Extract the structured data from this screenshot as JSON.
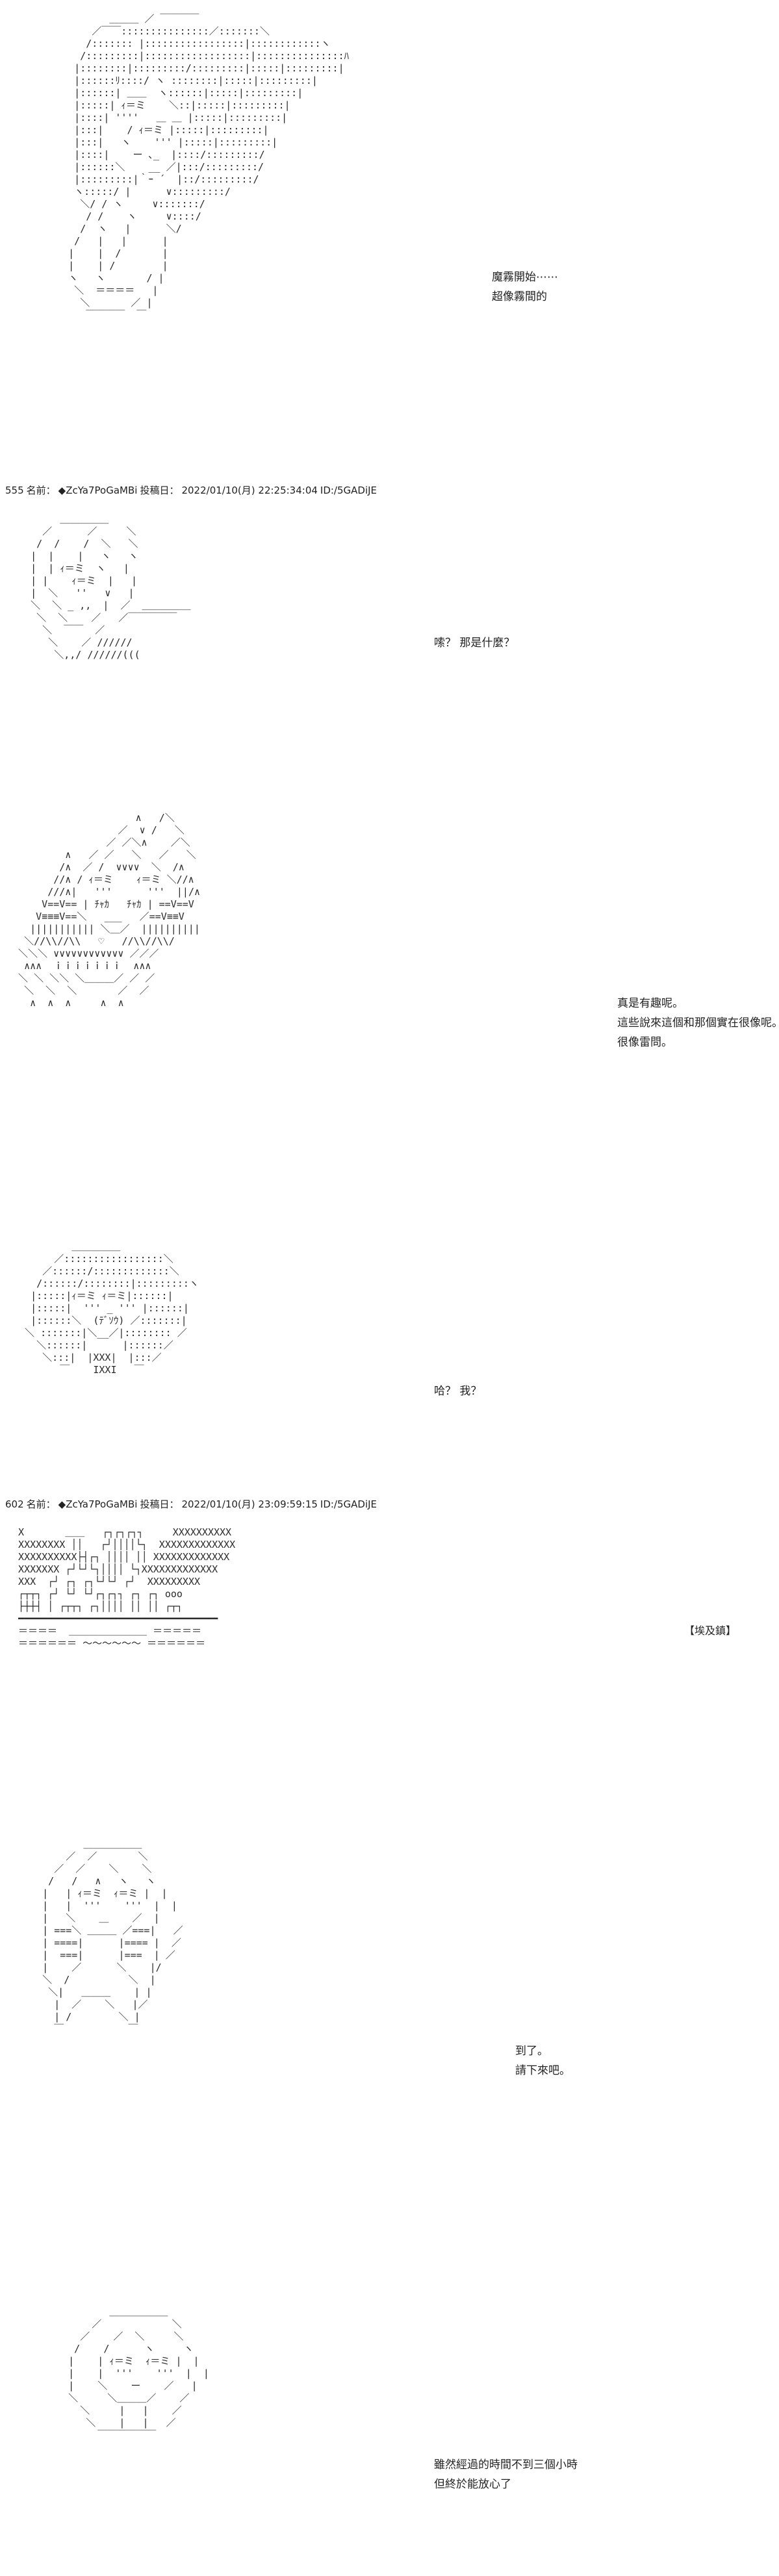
{
  "panels": [
    {
      "art": "            ＿＿＿ ／ ￣￣￣￣\n         ／￣￣:::::::::::::::／:::::::＼\n        /::::::: |:::::::::::::::::|::::::::::::ヽ\n       /:::::::::|::::::::::::::::::|:::::::::::::::ﾊ\n      |::::::::|:::::::::/:::::::::|:::::|:::::::::|\n      |::::::ﾘ::::/ ヽ ::::::::|:::::|:::::::::|\n      |::::::| ＿＿  ヽ::::::|:::::|:::::::::|\n      |:::::| ｨ＝ミ    ＼::|:::::|:::::::::|\n      |::::| ''''   ＿ ＿ |:::::|:::::::::|\n      |:::|    / ｨ＝ミ |:::::|:::::::::|\n      |:::|   ヽ    ''' |:::::|:::::::::|\n      |::::|    ー ､_  |::::/:::::::::/\n      |::::::＼    __ ／|:::/:::::::::/\n      |:::::::::|｀ｰ ´  |::/:::::::::/\n      ヽ:::::/ |      ∨:::::::::/\n       ＼/ / ヽ     ∨:::::::/\n        / /    ヽ     ∨::::/\n       /  ヽ   |      ＼/\n      /   |   |      |\n     |    |  /       |\n     |    | /        |\n     ヽ   ヽ       / |\n      ＼  ＝＝＝＝   |\n       ＼       ／ |\n        ￣￣￣￣  ￣",
      "dialog": [
        "魔霧開始⋯⋯",
        "超像霧間的"
      ],
      "post": null
    },
    {
      "art": "        ＿＿＿＿＿\n     ／      ／     ＼\n    /  /    /  ＼   ＼\n   |  |    |   ヽ   ヽ\n   |  | ｨ＝ミ  ヽ   |\n   | |    ｨ＝ミ  |   |\n   |  ＼   ''   ∨   |\n   ＼  ＼ _ ,,  |  ／  ＿＿＿＿＿\n    ＼  ＼    ／   ／￣￣￣￣￣\n     ＼  ￣￣  ／\n      ＼    ／ //////\n       ＼,,/ //////(((",
      "dialog": [
        "嗦？ 那是什麼？"
      ],
      "post": {
        "number": "555",
        "label": "名前：",
        "name": "◆ZcYa7PoGaMBi",
        "date_label": "投稿日：",
        "date": "2022/01/10(月) 22:25:34:04",
        "id": "ID:/5GADiJE"
      }
    },
    {
      "art": "                      ∧   /＼\n                   ／  ∨ /   ＼\n                 ／ ／＼∧    ／＼\n          ∧   ／ ／   ＼   ／   ＼\n         /∧  ／ /  ∨∨∨∨  ＼  /∧\n        //∧ / ｨ＝ミ    ｨ＝ミ ＼//∧\n       ///∧|   '''      '''  ||/∧\n      V==V== | ﾁｬｶ   ﾁｬｶ | ==V==V\n     V≡≡≡V==＼   ___   ／==V≡≡V\n    ||||||||||| ＼＿／  ||||||||||\n   ＼//\\\\//\\\\   ♡   //\\\\//\\\\/\n  ＼＼＼ ∨∨∨∨∨∨∨∨∨∨∨∨ ／／／\n   ∧∧∧  ｉｉｉｉｉｉｉ  ∧∧∧\n  ＼ ＼ ＼＼ ＼＿＿＿／ ／ ／\n   ＼  ＼  ＼       ／  ／\n    ∧  ∧  ∧     ∧  ∧",
      "dialog": [
        "真是有趣呢。",
        "這些說來這個和那個實在很像呢。",
        "很像雷問。"
      ],
      "post": null
    },
    {
      "art": "          ＿＿＿＿＿\n       ／:::::::::::::::::＼\n     ／::::::/:::::::::::::＼\n    /::::::/::::::::|:::::::::ヽ\n   |:::::|ｨ＝ミ ｨ＝ミ|::::::|\n   |:::::|  ''' _ ''' |::::::|\n   |::::::＼  (ﾃﾞｿｳ) ／:::::::|\n  ＼ :::::::|＼__／|:::::::: ／\n    ＼::::::|      |::::::／\n     ＼:::|  |XXX|  |:::／\n        ￣    IXXI   ￣",
      "dialog": [
        "哈？ 我？"
      ],
      "post": null
    },
    {
      "art": "  X       ＿＿   ┌┐┌┐┌┐┐     XXXXXXXXXX\n  XXXXXXXX ││   ┌┘││││└┐  XXXXXXXXXXXXX\n  XXXXXXXXXX├┤┌┐ ││││ ││ XXXXXXXXXXXXX\n  XXXXXXX ┌┘└┘└┐││││ └┐XXXXXXXXXXXXX\n  XXX  ┌┘ ┌┐ ┌┐└┘└┘ ┌┘  XXXXXXXXX\n  ┌┬┬┐ ┌┘ └┘ └┘┌┐┌┐┐ ┌┐ ┌┐ ooo\n  ├┼┼┤ │ ┌┬┬┐ ┌┐││││ ││ ││ ┌┬┐\n  ━━━━━━━━━━━━━━━━━━━━━━━━━━━━━━━━━━\n  ＝＝＝＝  ＿＿＿＿＿＿＿＿ ＝＝＝＝＝\n  ＝＝＝＝＝＝ ～～～～～～ ＝＝＝＝＝＝",
      "dialog": [],
      "location": "【埃及鎮】",
      "post": {
        "number": "602",
        "label": "名前：",
        "name": "◆ZcYa7PoGaMBi",
        "date_label": "投稿日：",
        "date": "2022/01/10(月) 23:09:59:15",
        "id": "ID:/5GADiJE"
      }
    },
    {
      "art": "            ＿＿＿＿＿＿\n         ／  ／       ＼\n       ／  ／    ＼    ＼\n      /   /   ∧   ヽ   ヽ\n     |   | ｨ＝ミ  ｨ＝ミ |  |\n     |   |  '''    '''  |  |\n     |   ＼    ＿    ／  |\n     | ===＼ ＿＿＿ ／===|   ／\n     | ====|      |==== |  ／\n     |  ===|      |===  | ／\n     |    ／      ＼    |/\n     ＼  /          ＼  |\n      ＼|   ＿＿＿    | |\n       |  ／    ＼   |／\n       | /        ＼ |\n       ￣           ￣",
      "dialog": [
        "到了。",
        "請下來吧。"
      ],
      "post": null
    },
    {
      "art": "            ＿＿＿＿＿＿\n         ／            ＼\n       ／    ／  ＼     ＼\n      /    /      ヽ     ヽ\n     |    | ｨ＝ミ  ｨ＝ミ |  |\n     |    |  '''    '''  |  |\n     |    ＼    ー    ／   |\n     ＼     ＼＿＿＿／    ／\n       ＼     |   |    ／\n        ＼    |   |   ／\n          ￣￣￣￣￣￣",
      "dialog": [
        "雖然經過的時間不到三個小時",
        "但終於能放心了"
      ],
      "post": null
    }
  ]
}
